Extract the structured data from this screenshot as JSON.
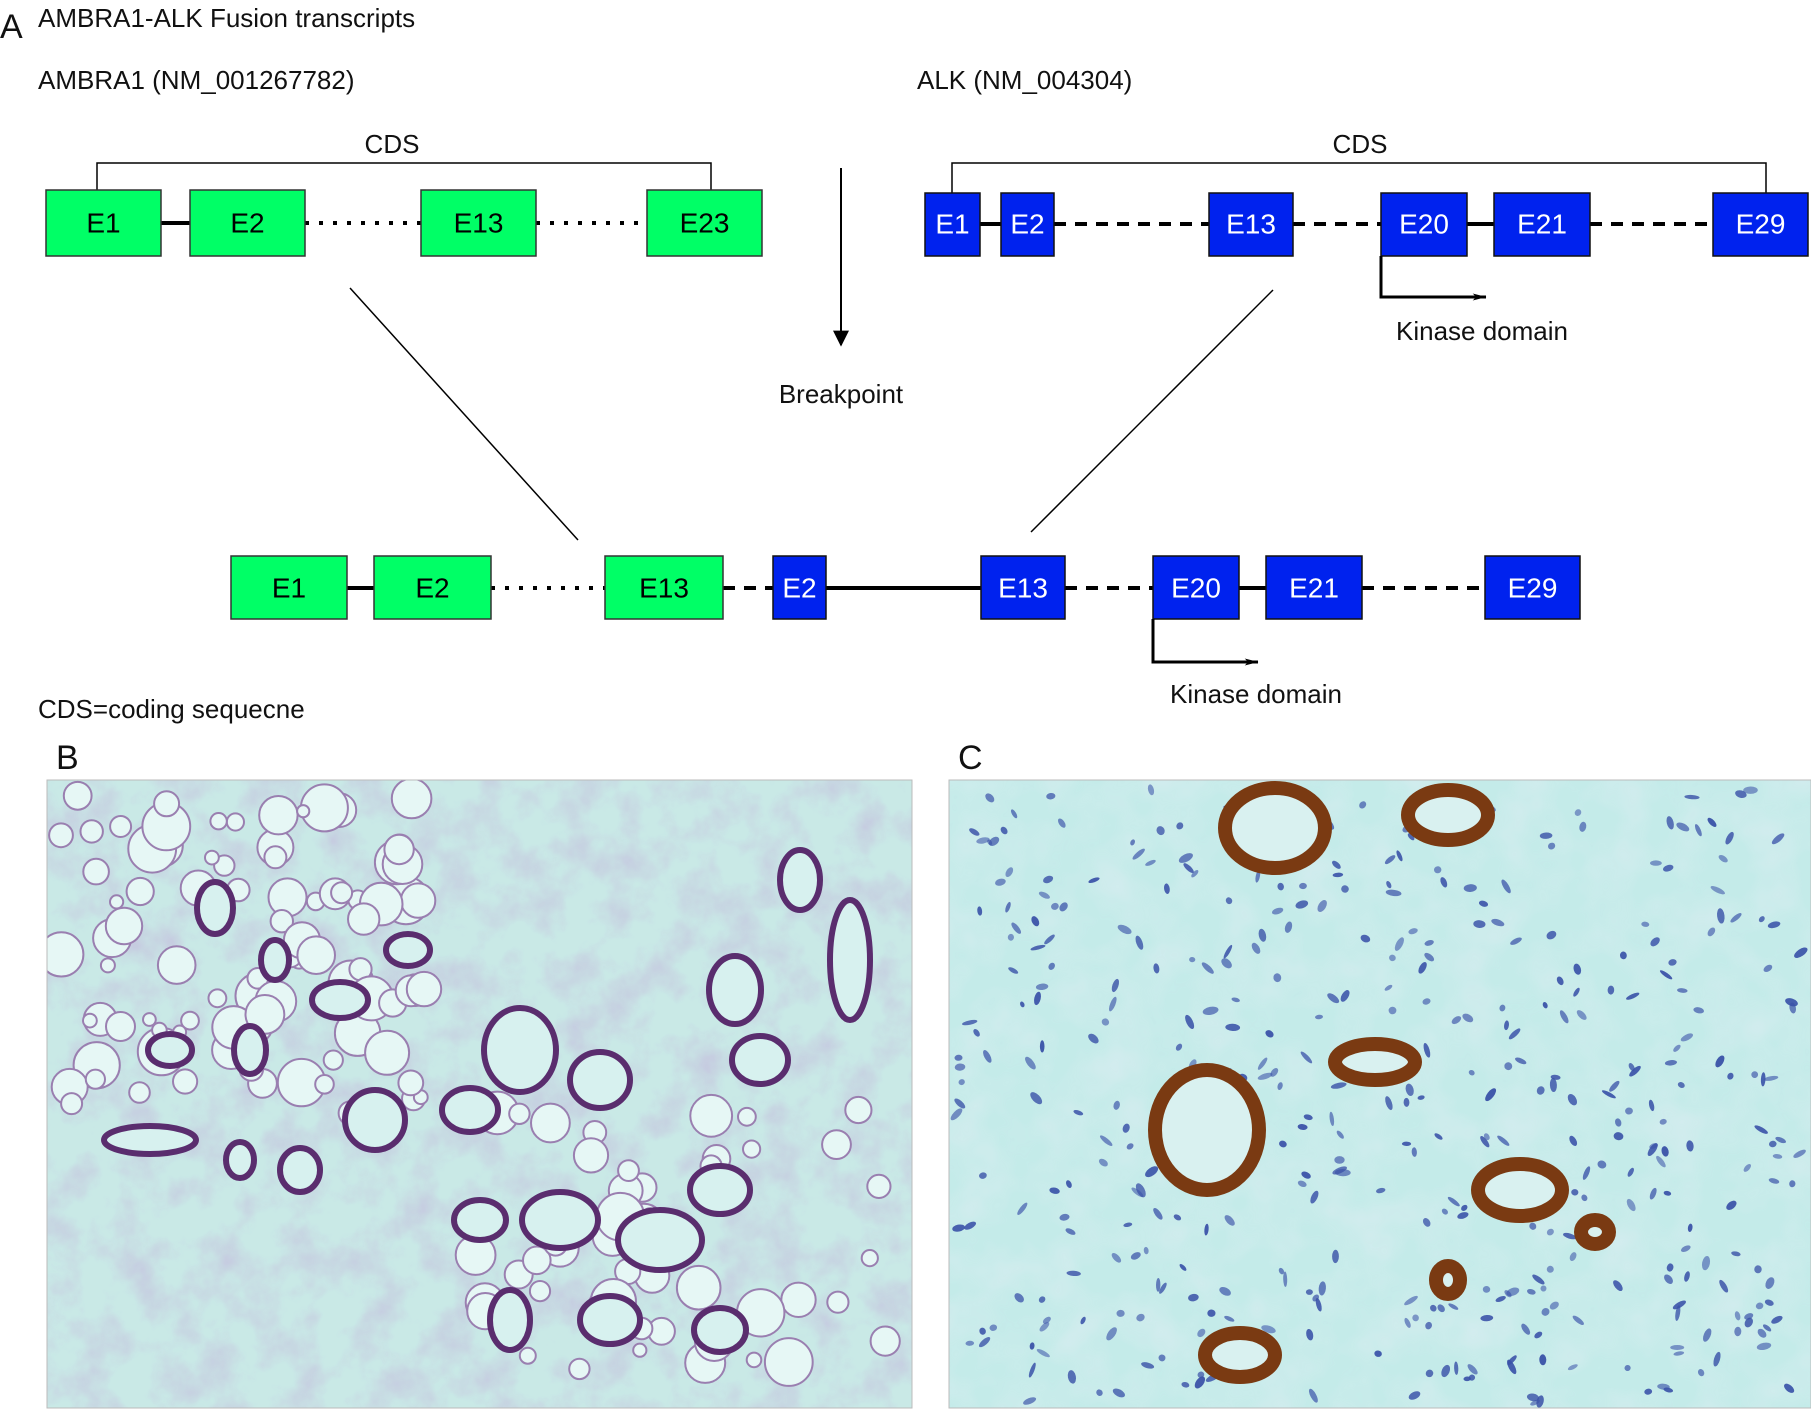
{
  "panel_a": {
    "letter": "A",
    "title": "AMBRA1-ALK Fusion transcripts",
    "gene_left": "AMBRA1 (NM_001267782)",
    "gene_right": "ALK (NM_004304)",
    "cds_label": "CDS",
    "breakpoint_label": "Breakpoint",
    "kinase_label": "Kinase domain",
    "footnote": "CDS=coding sequecne",
    "ambra1_exons": [
      "E1",
      "E2",
      "E13",
      "E23"
    ],
    "alk_exons": [
      "E1",
      "E2",
      "E13",
      "E20",
      "E21",
      "E29"
    ],
    "fusion_exons": [
      "E1",
      "E2",
      "E13",
      "E2",
      "E13",
      "E20",
      "E21",
      "E29"
    ]
  },
  "panel_b": {
    "letter": "B"
  },
  "panel_c": {
    "letter": "C"
  },
  "colors": {
    "ambra1_exon": "#00ff66",
    "alk_exon": "#0022ee",
    "he_background": "#c6ecea",
    "ihc_background": "#c2ecea",
    "ihc_stain": "#7a3a12",
    "he_stain": "#5a2d6e",
    "nuclei": "#3a52a8"
  }
}
